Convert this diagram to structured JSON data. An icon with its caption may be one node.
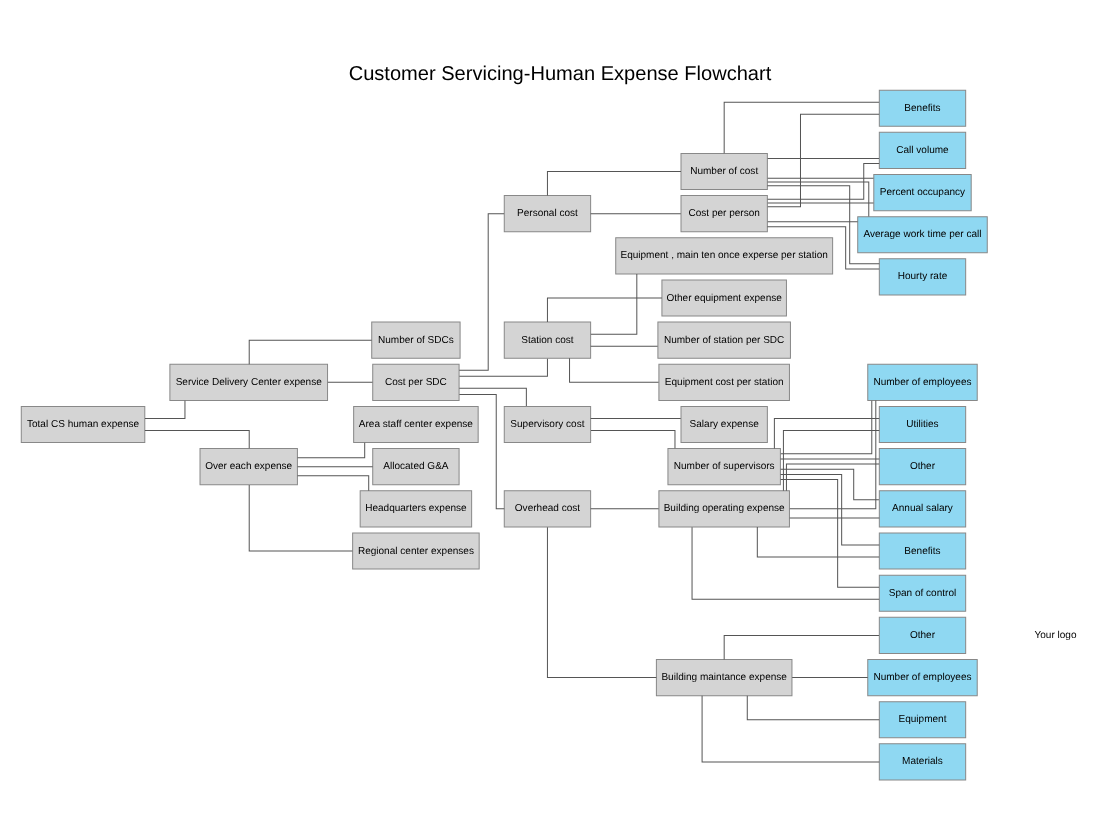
{
  "diagram": {
    "title": "Customer Servicing-Human Expense Flowchart",
    "nodes": [
      {
        "text": [
          "Total CS human expense"
        ]
      },
      {
        "text": [
          "Service Delivery Center expense"
        ]
      },
      {
        "text": [
          "Over each expense"
        ]
      },
      {
        "text": [
          "Number of SDCs"
        ]
      },
      {
        "text": [
          "Cost per SDC"
        ]
      },
      {
        "text": [
          "Headquarters expense"
        ]
      },
      {
        "text": [
          "Regional center expenses"
        ]
      },
      {
        "text": [
          "Area staff center expense"
        ]
      },
      {
        "text": [
          "Allocated G&A"
        ]
      },
      {
        "text": [
          "Personal cost"
        ]
      },
      {
        "text": [
          "Station cost"
        ]
      },
      {
        "text": [
          "Supervisory cost"
        ]
      },
      {
        "text": [
          "Overhead cost"
        ]
      },
      {
        "text": [
          "Number of cost"
        ]
      },
      {
        "text": [
          "Cost per person"
        ]
      },
      {
        "text": [
          "Number of station per SDC"
        ]
      },
      {
        "text": [
          "Equipment cost per station"
        ]
      },
      {
        "text": [
          "Equipment , main ten once experse per station"
        ]
      },
      {
        "text": [
          "Other equipment expense"
        ]
      },
      {
        "text": [
          "Salary expense"
        ]
      },
      {
        "text": [
          "Number of supervisors"
        ]
      },
      {
        "text": [
          "Building operating expense"
        ]
      },
      {
        "text": [
          "Building maintance expense"
        ]
      },
      {
        "text": [
          "Call volume"
        ]
      },
      {
        "text": [
          "Percent occupancy"
        ]
      },
      {
        "text": [
          "Average work time per call"
        ]
      },
      {
        "text": [
          "Hourty rate"
        ]
      },
      {
        "text": [
          "Benefits"
        ]
      },
      {
        "text": [
          "Annual salary"
        ]
      },
      {
        "text": [
          "Benefits"
        ]
      },
      {
        "text": [
          "Span of control"
        ]
      },
      {
        "text": [
          "Number of employees"
        ]
      },
      {
        "text": [
          "Utilities"
        ]
      },
      {
        "text": [
          "Other"
        ]
      },
      {
        "text": [
          "Number of employees"
        ]
      },
      {
        "text": [
          "Equipment"
        ]
      },
      {
        "text": [
          "Materials"
        ]
      },
      {
        "text": [
          "Other"
        ]
      }
    ],
    "edges": [
      {
        "from": 0,
        "to": 1,
        "arrow": "none"
      },
      {
        "from": 0,
        "to": 2,
        "arrow": "none"
      },
      {
        "from": 1,
        "to": 3,
        "arrow": "none"
      },
      {
        "from": 1,
        "to": 4,
        "arrow": "none"
      },
      {
        "from": 2,
        "to": 5,
        "arrow": "none"
      },
      {
        "from": 2,
        "to": 6,
        "arrow": "none"
      },
      {
        "from": 2,
        "to": 7,
        "arrow": "none"
      },
      {
        "from": 2,
        "to": 8,
        "arrow": "none"
      },
      {
        "from": 4,
        "to": 9,
        "arrow": "none"
      },
      {
        "from": 4,
        "to": 10,
        "arrow": "none"
      },
      {
        "from": 4,
        "to": 11,
        "arrow": "none"
      },
      {
        "from": 4,
        "to": 12,
        "arrow": "none"
      },
      {
        "from": 9,
        "to": 13,
        "arrow": "none"
      },
      {
        "from": 9,
        "to": 14,
        "arrow": "none"
      },
      {
        "from": 10,
        "to": 15,
        "arrow": "none"
      },
      {
        "from": 10,
        "to": 16,
        "arrow": "none"
      },
      {
        "from": 10,
        "to": 17,
        "arrow": "none"
      },
      {
        "from": 10,
        "to": 18,
        "arrow": "none"
      },
      {
        "from": 11,
        "to": 19,
        "arrow": "none"
      },
      {
        "from": 11,
        "to": 20,
        "arrow": "none"
      },
      {
        "from": 12,
        "to": 21,
        "arrow": "none"
      },
      {
        "from": 12,
        "to": 22,
        "arrow": "none"
      },
      {
        "from": 13,
        "to": 23,
        "arrow": "none"
      },
      {
        "from": 13,
        "to": 24,
        "arrow": "none"
      },
      {
        "from": 13,
        "to": 25,
        "arrow": "none"
      },
      {
        "from": 13,
        "to": 26,
        "arrow": "none"
      },
      {
        "from": 13,
        "to": 27,
        "arrow": "none"
      },
      {
        "from": 14,
        "to": 23,
        "arrow": "none"
      },
      {
        "from": 14,
        "to": 24,
        "arrow": "none"
      },
      {
        "from": 14,
        "to": 25,
        "arrow": "none"
      },
      {
        "from": 14,
        "to": 26,
        "arrow": "none"
      },
      {
        "from": 14,
        "to": 27,
        "arrow": "none"
      },
      {
        "from": 20,
        "to": 28,
        "arrow": "none"
      },
      {
        "from": 20,
        "to": 29,
        "arrow": "none"
      },
      {
        "from": 20,
        "to": 30,
        "arrow": "none"
      },
      {
        "from": 20,
        "to": 31,
        "arrow": "none"
      },
      {
        "from": 20,
        "to": 32,
        "arrow": "none"
      },
      {
        "from": 20,
        "to": 33,
        "arrow": "none"
      },
      {
        "from": 21,
        "to": 28,
        "arrow": "none"
      },
      {
        "from": 21,
        "to": 29,
        "arrow": "none"
      },
      {
        "from": 21,
        "to": 30,
        "arrow": "none"
      },
      {
        "from": 21,
        "to": 31,
        "arrow": "none"
      },
      {
        "from": 21,
        "to": 32,
        "arrow": "none"
      },
      {
        "from": 21,
        "to": 33,
        "arrow": "none"
      },
      {
        "from": 22,
        "to": 34,
        "arrow": "none"
      },
      {
        "from": 22,
        "to": 35,
        "arrow": "none"
      },
      {
        "from": 22,
        "to": 36,
        "arrow": "none"
      },
      {
        "from": 22,
        "to": 37,
        "arrow": "none"
      }
    ],
    "labels": [
      "Your logo"
    ]
  }
}
